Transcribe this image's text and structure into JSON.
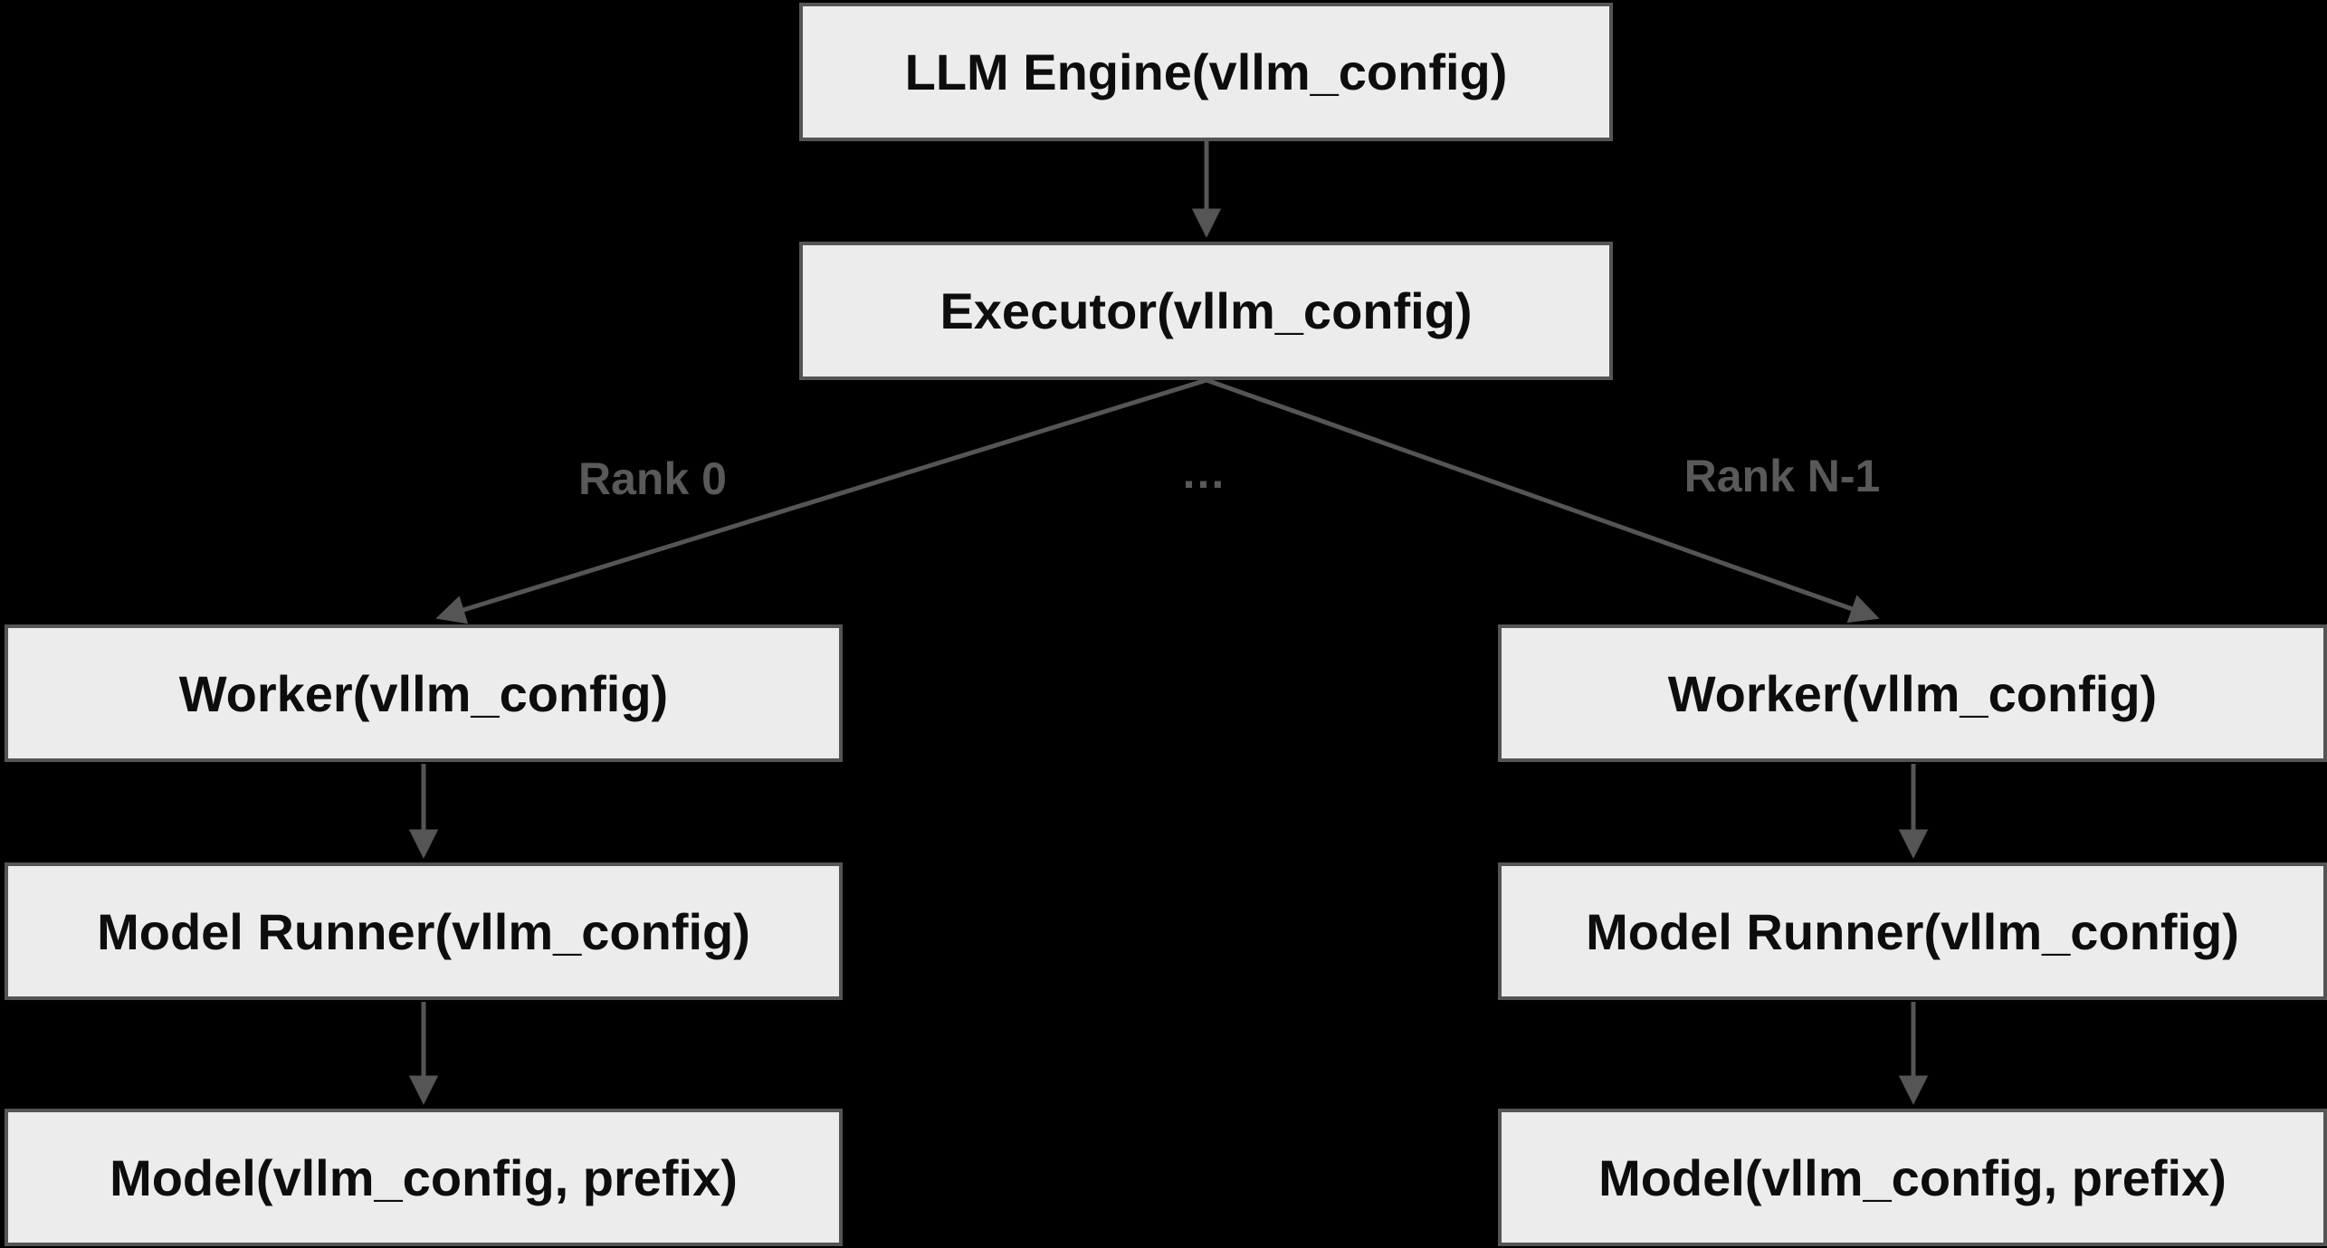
{
  "diagram": {
    "nodes": {
      "engine": {
        "label": "LLM Engine(vllm_config)"
      },
      "executor": {
        "label": "Executor(vllm_config)"
      },
      "worker_left": {
        "label": "Worker(vllm_config)"
      },
      "runner_left": {
        "label": "Model Runner(vllm_config)"
      },
      "model_left": {
        "label": "Model(vllm_config, prefix)"
      },
      "worker_right": {
        "label": "Worker(vllm_config)"
      },
      "runner_right": {
        "label": "Model Runner(vllm_config)"
      },
      "model_right": {
        "label": "Model(vllm_config, prefix)"
      }
    },
    "edge_labels": {
      "rank0": "Rank 0",
      "dots": "…",
      "rank_n": "Rank N-1"
    },
    "colors": {
      "background": "#000000",
      "node_fill": "#ececec",
      "node_border": "#555555",
      "node_text": "#0d0d0d",
      "edge": "#555555",
      "edge_label": "#595959"
    }
  }
}
